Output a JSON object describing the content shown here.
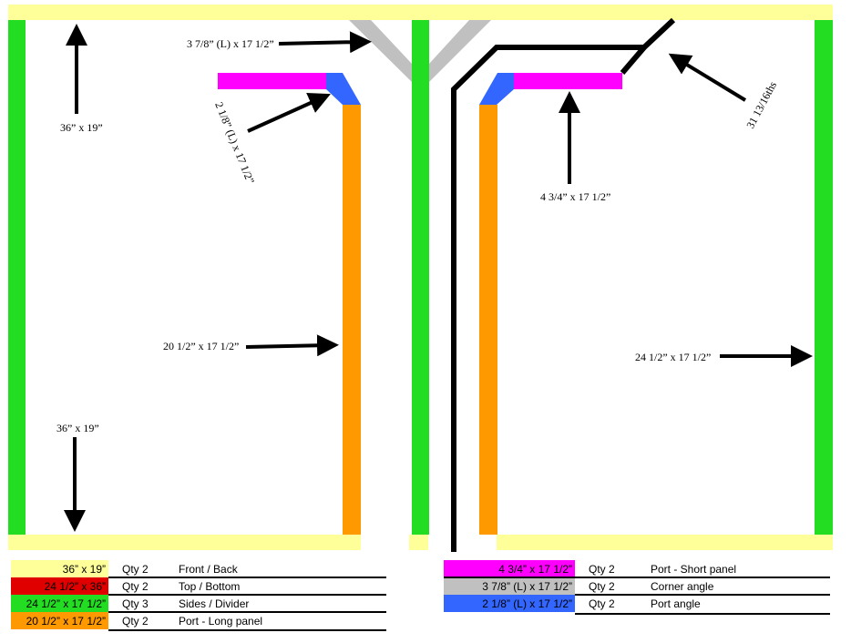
{
  "colors": {
    "front_back": "#ffff99",
    "top_bottom": "#e00000",
    "sides": "#22dd22",
    "long_panel": "#ff9900",
    "short_panel": "#ff00ff",
    "corner_angle": "#c0c0c0",
    "port_angle": "#3366ff",
    "black": "#000000"
  },
  "labels": {
    "top_dim_left": "36” x 19”",
    "bottom_dim_left": "36” x 19”",
    "corner_angle_dim": "3 7/8” (L) x 17 1/2”",
    "port_angle_dim": "2 1/8” (L) x 17 1/2”",
    "long_panel_dim": "20 1/2” x 17 1/2”",
    "short_panel_dim": "4 3/4” x 17 1/2”",
    "port_length": "31 13/16ths",
    "side_dim_right": "24 1/2” x 17 1/2”"
  },
  "legend_left": [
    {
      "dim": "36” x 19”",
      "qty": "Qty 2",
      "name": "Front / Back"
    },
    {
      "dim": "24 1/2” x 36”",
      "qty": "Qty 2",
      "name": "Top / Bottom"
    },
    {
      "dim": "24 1/2” x 17 1/2”",
      "qty": "Qty 3",
      "name": "Sides / Divider"
    },
    {
      "dim": "20 1/2” x 17 1/2”",
      "qty": "Qty 2",
      "name": "Port - Long panel"
    }
  ],
  "legend_right": [
    {
      "dim": "4 3/4” x 17 1/2”",
      "qty": "Qty 2",
      "name": "Port - Short panel"
    },
    {
      "dim": "3 7/8” (L) x 17 1/2”",
      "qty": "Qty 2",
      "name": "Corner angle"
    },
    {
      "dim": "2 1/8” (L) x 17 1/2”",
      "qty": "Qty 2",
      "name": "Port angle"
    }
  ]
}
